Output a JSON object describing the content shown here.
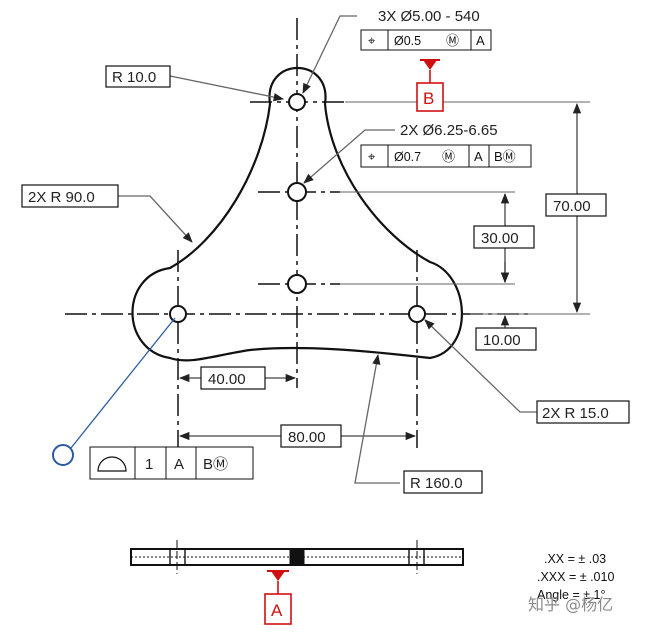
{
  "dimensions": {
    "hole_top": "3X Ø5.00 - 540",
    "hole_mid": "2X Ø6.25-6.65",
    "r_top": "R 10.0",
    "r_side": "2X R 90.0",
    "d70": "70.00",
    "d30": "30.00",
    "d10": "10.00",
    "d40": "40.00",
    "d80": "80.00",
    "r15": "2X R 15.0",
    "r160": "R 160.0"
  },
  "fcf_top": [
    "⌖",
    "Ø0.5",
    "Ⓜ",
    "A"
  ],
  "fcf_mid": [
    "⌖",
    "Ø0.7",
    "Ⓜ",
    "A",
    "BⓂ"
  ],
  "fcf_profile": [
    "⌓",
    "1",
    "A",
    "BⓂ"
  ],
  "datums": {
    "b": "B",
    "a": "A"
  },
  "tolerances": [
    ".XX = ± .03",
    ".XXX = ± .010",
    "Angle = ± 1°"
  ],
  "watermark": "知乎 @杨亿",
  "colors": {
    "line": "#111111",
    "leader": "#666666",
    "datum": "#d01010",
    "blue_leader": "#2a5aa0"
  }
}
